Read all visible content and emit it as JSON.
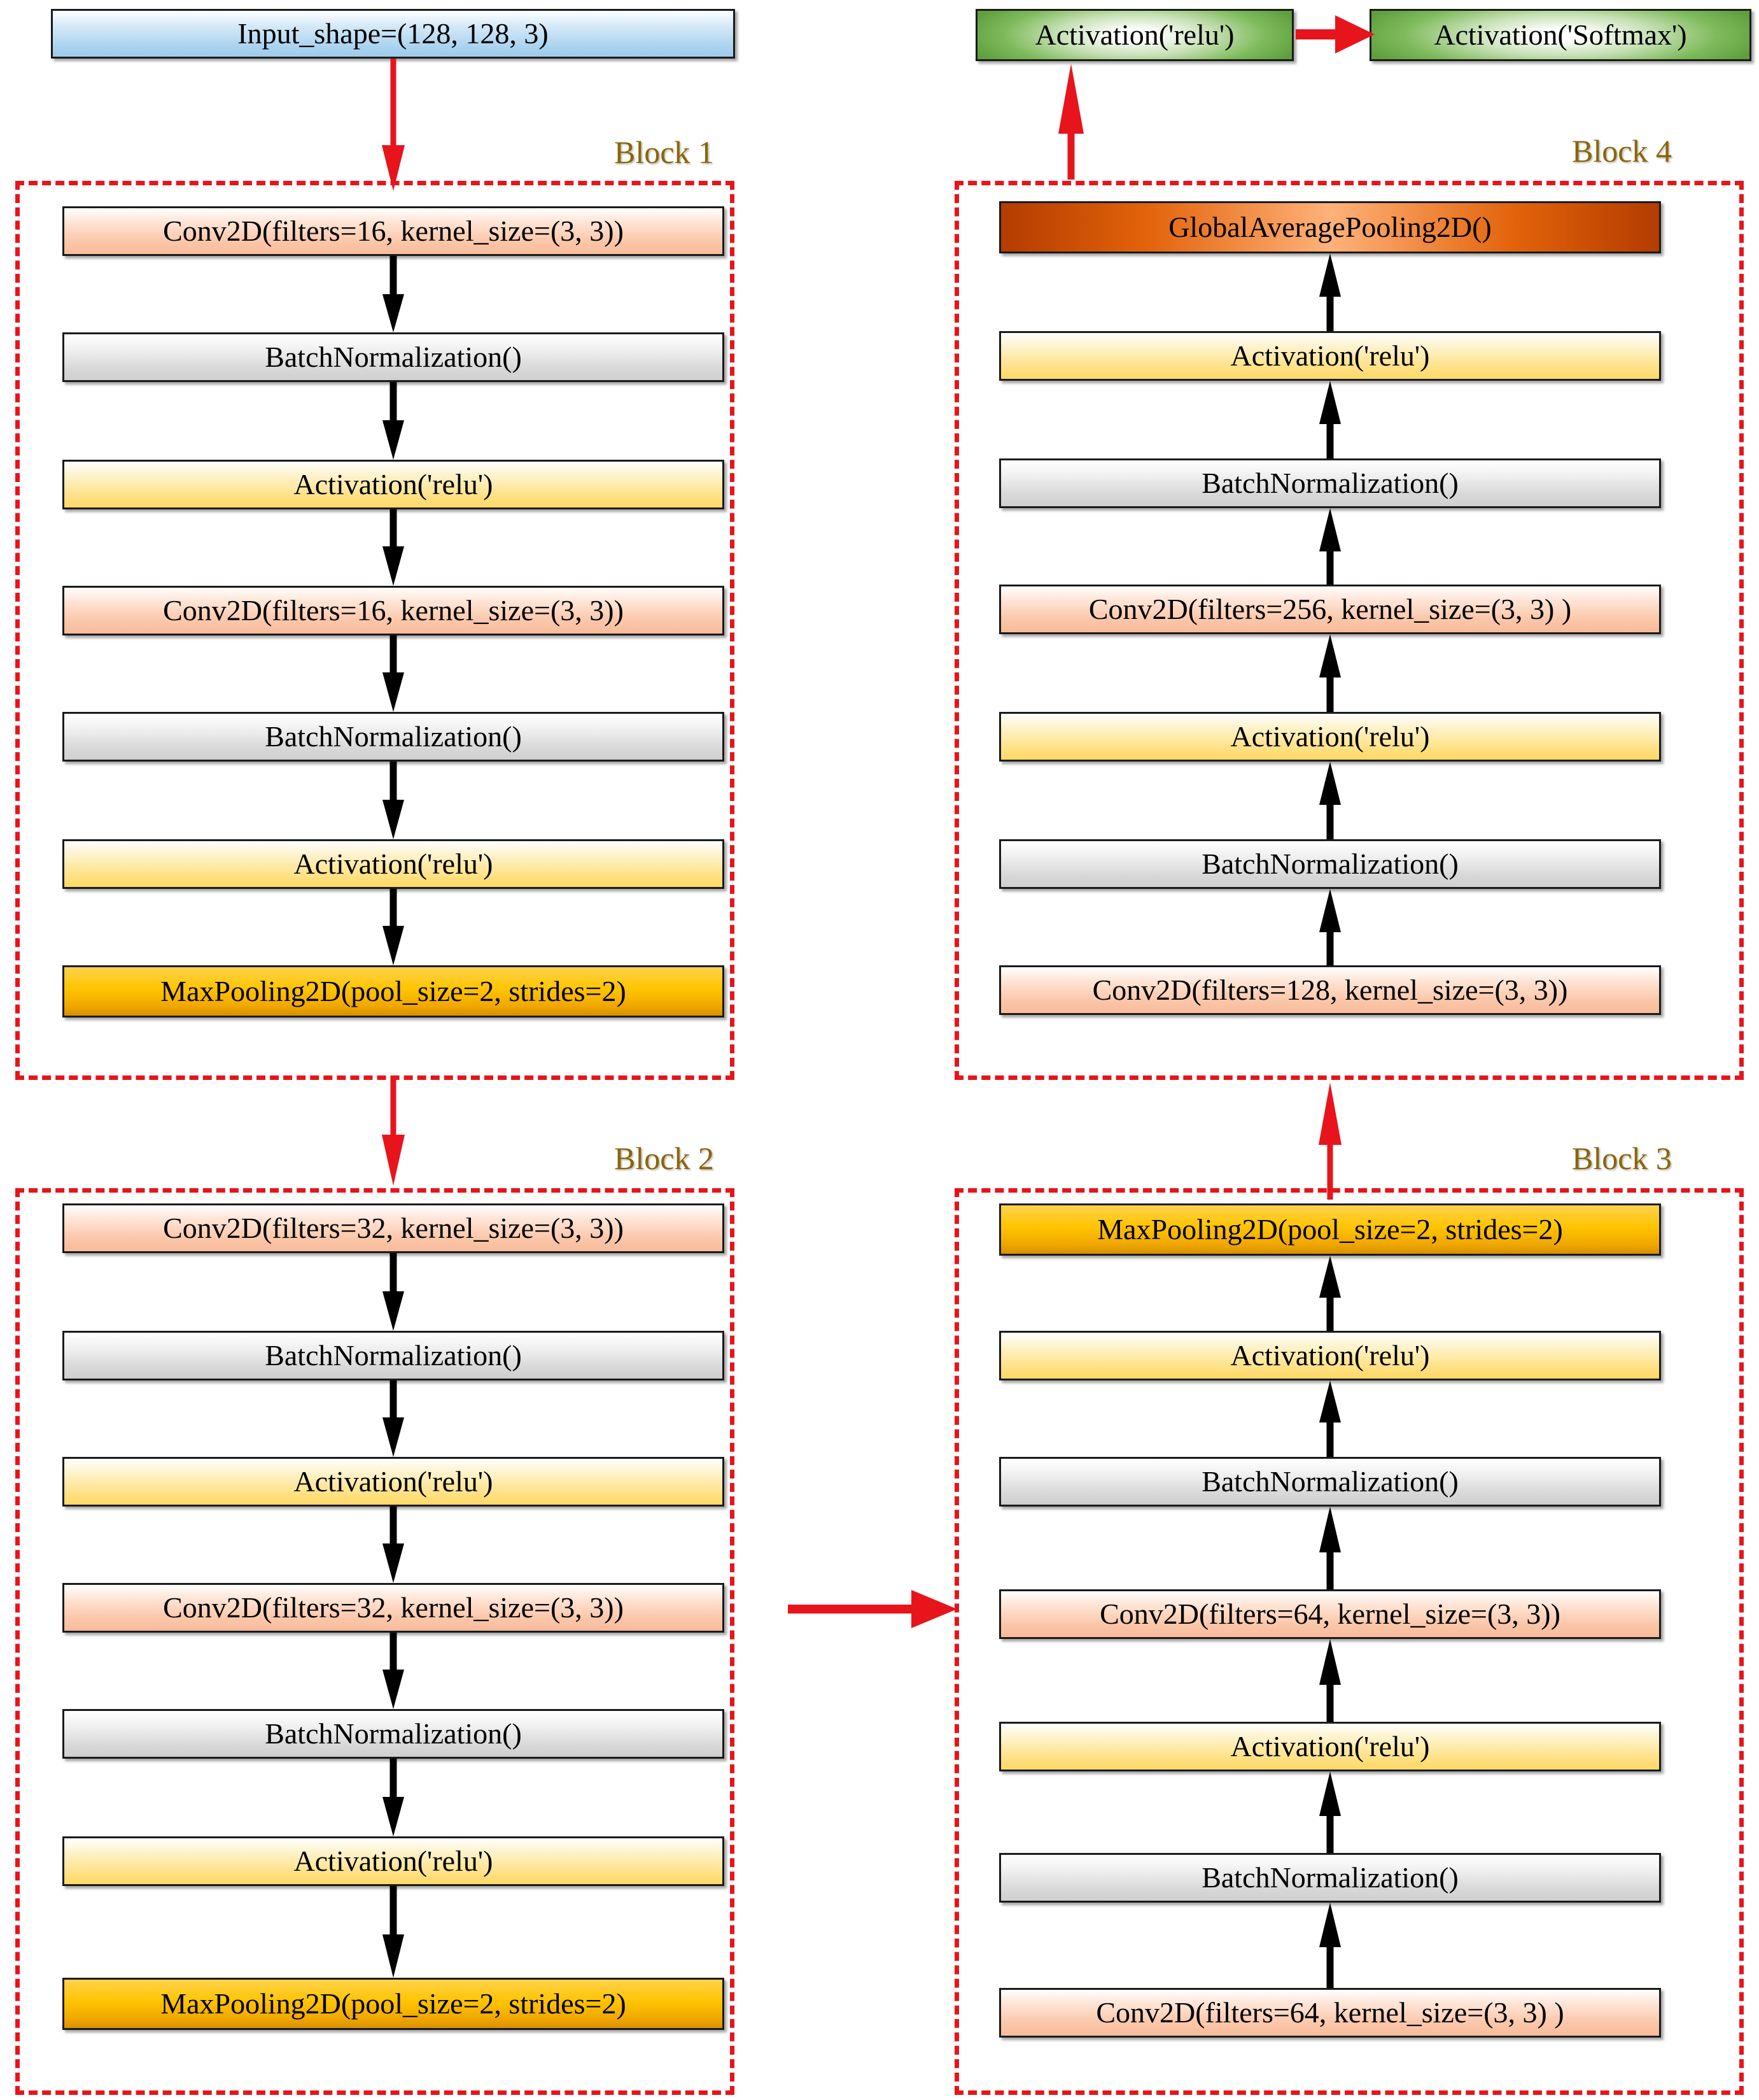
{
  "diagram": {
    "title_present": false,
    "colors": {
      "block_border": "#e8141b",
      "block_label": "#8a6508",
      "red_arrow": "#e8141b",
      "black_arrow": "#000000",
      "conv_fill": "#f8bb9b",
      "bn_fill": "#d8d8d8",
      "act_fill": "#ffd966",
      "pool_fill": "#ffc400",
      "input_fill": "#a9d2ef",
      "gap_fill": "#e2630a",
      "output_fill": "#7fbb5c"
    }
  },
  "input_node": {
    "label": "Input_shape=(128, 128, 3)"
  },
  "output_nodes": [
    {
      "label": "Activation('relu')"
    },
    {
      "label": "Activation('Softmax')"
    }
  ],
  "blocks": [
    {
      "name": "Block 1",
      "label": "Block 1",
      "layers": [
        {
          "label": "Conv2D(filters=16, kernel_size=(3, 3))",
          "kind": "conv"
        },
        {
          "label": "BatchNormalization()",
          "kind": "bn"
        },
        {
          "label": "Activation('relu')",
          "kind": "act"
        },
        {
          "label": "Conv2D(filters=16, kernel_size=(3, 3))",
          "kind": "conv"
        },
        {
          "label": "BatchNormalization()",
          "kind": "bn"
        },
        {
          "label": "Activation('relu')",
          "kind": "act"
        },
        {
          "label": "MaxPooling2D(pool_size=2, strides=2)",
          "kind": "pool"
        }
      ]
    },
    {
      "name": "Block 2",
      "label": "Block 2",
      "layers": [
        {
          "label": "Conv2D(filters=32, kernel_size=(3, 3))",
          "kind": "conv"
        },
        {
          "label": "BatchNormalization()",
          "kind": "bn"
        },
        {
          "label": "Activation('relu')",
          "kind": "act"
        },
        {
          "label": "Conv2D(filters=32, kernel_size=(3, 3))",
          "kind": "conv"
        },
        {
          "label": "BatchNormalization()",
          "kind": "bn"
        },
        {
          "label": "Activation('relu')",
          "kind": "act"
        },
        {
          "label": "MaxPooling2D(pool_size=2, strides=2)",
          "kind": "pool"
        }
      ]
    },
    {
      "name": "Block 3",
      "label": "Block 3",
      "layers": [
        {
          "label": "MaxPooling2D(pool_size=2, strides=2)",
          "kind": "pool"
        },
        {
          "label": "Activation('relu')",
          "kind": "act"
        },
        {
          "label": "BatchNormalization()",
          "kind": "bn"
        },
        {
          "label": "Conv2D(filters=64, kernel_size=(3, 3))",
          "kind": "conv"
        },
        {
          "label": "Activation('relu')",
          "kind": "act"
        },
        {
          "label": "BatchNormalization()",
          "kind": "bn"
        },
        {
          "label": "Conv2D(filters=64, kernel_size=(3, 3) )",
          "kind": "conv"
        }
      ]
    },
    {
      "name": "Block 4",
      "label": "Block 4",
      "layers": [
        {
          "label": "GlobalAveragePooling2D()",
          "kind": "gap"
        },
        {
          "label": "Activation('relu')",
          "kind": "act"
        },
        {
          "label": "BatchNormalization()",
          "kind": "bn"
        },
        {
          "label": "Conv2D(filters=256, kernel_size=(3, 3) )",
          "kind": "conv"
        },
        {
          "label": "Activation('relu')",
          "kind": "act"
        },
        {
          "label": "BatchNormalization()",
          "kind": "bn"
        },
        {
          "label": "Conv2D(filters=128, kernel_size=(3, 3))",
          "kind": "conv"
        }
      ]
    }
  ]
}
